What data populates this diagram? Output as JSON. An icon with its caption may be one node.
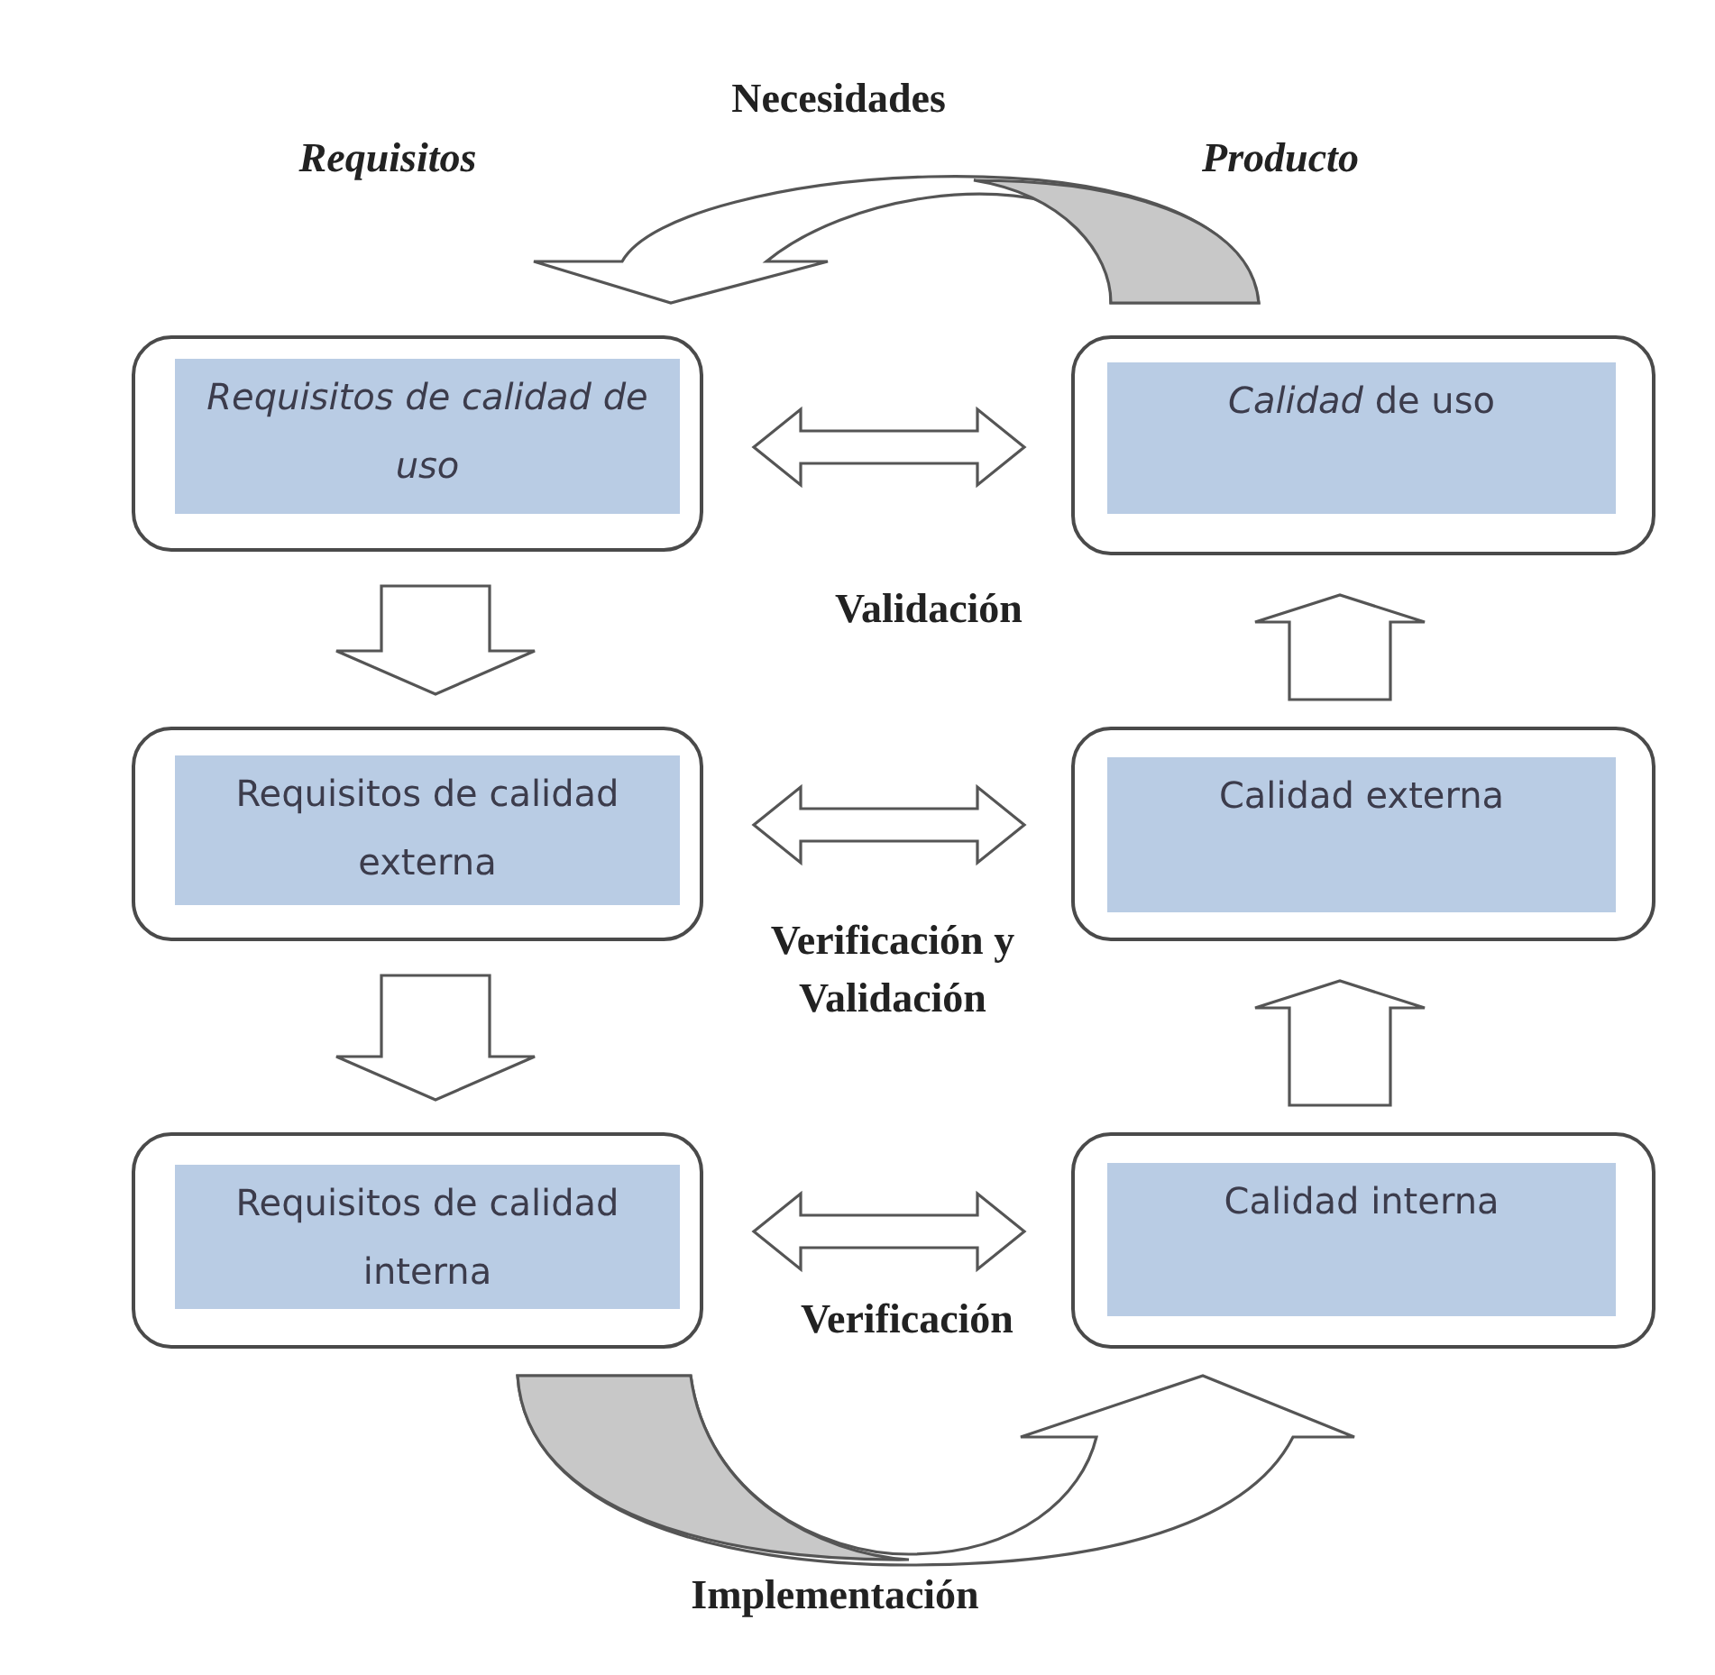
{
  "diagram": {
    "nodes": [
      {
        "text": [],
        "shape": "box"
      },
      {
        "text": [
          "Requisitos de calidad de uso"
        ],
        "in": 0
      },
      {
        "text": [],
        "shape": "box"
      },
      {
        "text": [
          "*Calidad* de uso"
        ],
        "in": 2
      },
      {
        "text": [],
        "shape": "box"
      },
      {
        "text": [
          "Requisitos de calidad externa"
        ],
        "in": 4
      },
      {
        "text": [],
        "shape": "box"
      },
      {
        "text": [
          "Calidad externa"
        ],
        "in": 6
      },
      {
        "text": [],
        "shape": "box"
      },
      {
        "text": [
          "Requisitos de calidad interna"
        ],
        "in": 8
      },
      {
        "text": [],
        "shape": "box"
      },
      {
        "text": [
          "Calidad interna"
        ],
        "in": 10
      }
    ],
    "edges": [
      {
        "from": 0,
        "to": 2,
        "arrow": "both",
        "label": "Validación"
      },
      {
        "from": 0,
        "to": 4,
        "arrow": "to"
      },
      {
        "from": 4,
        "to": 6,
        "arrow": "both",
        "label": "Verificación y Validación"
      },
      {
        "from": 6,
        "to": 2,
        "arrow": "to"
      },
      {
        "from": 8,
        "to": 10,
        "arrow": "both",
        "label": "Verificación"
      },
      {
        "from": 4,
        "to": 8,
        "arrow": "to"
      },
      {
        "from": 10,
        "to": 6,
        "arrow": "to"
      },
      {
        "from": 2,
        "to": 0,
        "arrow": "to",
        "label": "Necesidades"
      },
      {
        "from": 8,
        "to": 10,
        "arrow": "to",
        "label": "Implementación"
      }
    ],
    "labels": [
      "Requisitos",
      "Producto"
    ]
  }
}
